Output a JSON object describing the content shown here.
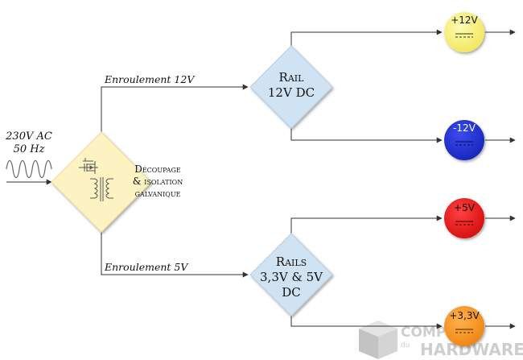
{
  "colors": {
    "line": "#333333",
    "diamond_core": "#fdf3c2",
    "diamond_rail": "#cfe3f3",
    "rail_plus12": "#f6ef77",
    "rail_minus12": "#1f2fd3",
    "rail_plus5": "#ee1c1c",
    "rail_plus33": "#f7961e"
  },
  "input": {
    "line1": "230V AC",
    "line2": "50 Hz"
  },
  "core": {
    "line1": "Découpage",
    "line2": "& isolation",
    "line3": "galvanique",
    "switch_icon": "mosfet-icon",
    "transformer_icon": "transformer-icon"
  },
  "edges": {
    "winding_12v": "Enroulement 12V",
    "winding_5v": "Enroulement 5V"
  },
  "rail12": {
    "line1": "Rail",
    "line2": "12V DC"
  },
  "rail5": {
    "line1": "Rails",
    "line2": "3,3V & 5V",
    "line3": "DC"
  },
  "outputs": {
    "plus12": "+12V",
    "minus12": "-12V",
    "plus5": "+5V",
    "plus33": "+3,3V"
  },
  "watermark": {
    "top": "COMPTOIR",
    "small": "du",
    "bottom": "HARDWARE"
  }
}
